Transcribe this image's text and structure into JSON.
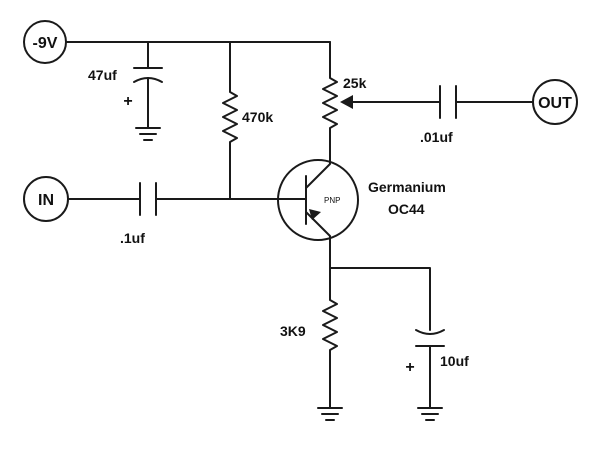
{
  "terminals": {
    "supply": "-9V",
    "input": "IN",
    "output": "OUT"
  },
  "components": {
    "supply_cap": {
      "value": "47uf",
      "polarity": "+"
    },
    "bias_resistor": {
      "value": "470k"
    },
    "collector_pot": {
      "value": "25k"
    },
    "output_cap": {
      "value": ".01uf"
    },
    "input_cap": {
      "value": ".1uf"
    },
    "transistor": {
      "type": "PNP",
      "name_line1": "Germanium",
      "name_line2": "OC44"
    },
    "emitter_resistor": {
      "value": "3K9"
    },
    "emitter_cap": {
      "value": "10uf",
      "polarity": "+"
    }
  }
}
